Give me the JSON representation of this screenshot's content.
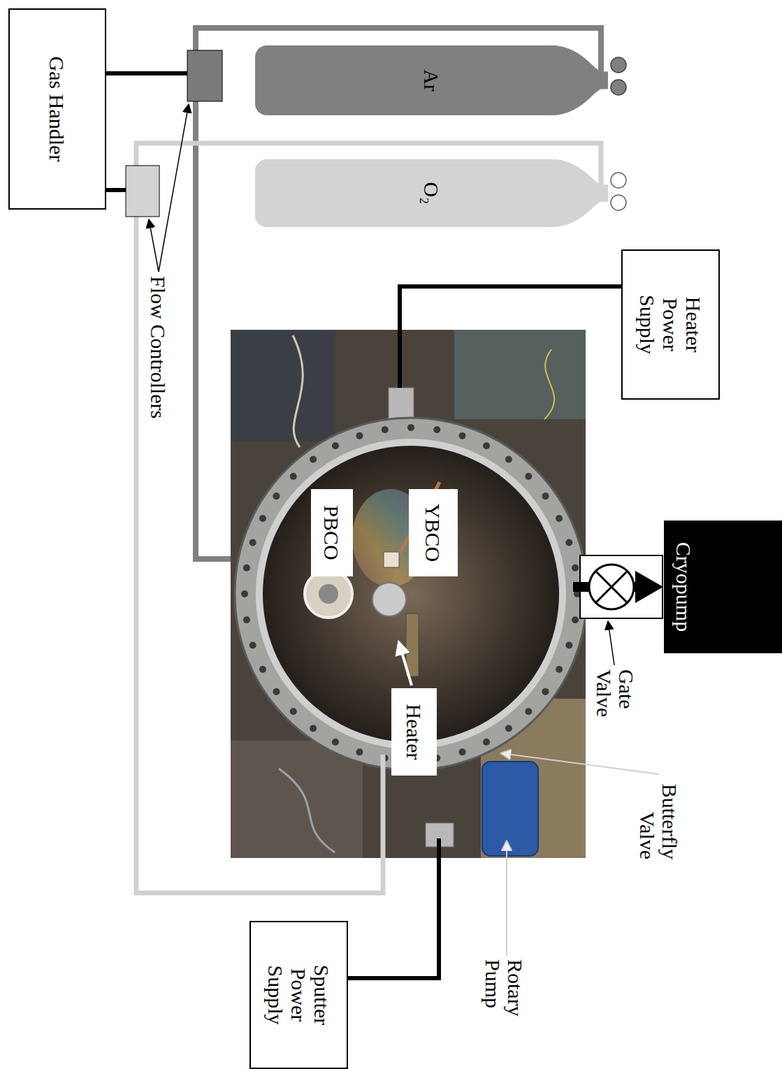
{
  "diagram": {
    "nodes": [
      {
        "text": [
          "Gas Handler"
        ]
      },
      {
        "text": [
          "Ar"
        ]
      },
      {
        "text": [
          "O₂"
        ]
      },
      {
        "text": [
          "Heater Power Supply"
        ]
      },
      {
        "text": [
          "Cryopump"
        ]
      },
      {
        "text": [
          "YBCO"
        ]
      },
      {
        "text": [
          "PBCO"
        ]
      },
      {
        "text": [
          "Heater"
        ]
      },
      {
        "text": [
          "Sputter Power Supply"
        ]
      }
    ],
    "labels": [
      "Flow Controllers",
      "Gate Valve",
      "Butterfly Valve",
      "Rotary Pump"
    ]
  }
}
